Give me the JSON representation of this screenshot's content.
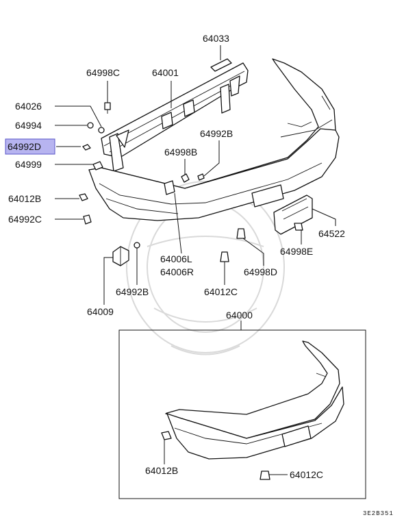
{
  "labels": {
    "p64033": "64033",
    "p64998C": "64998C",
    "p64001": "64001",
    "p64026": "64026",
    "p64994": "64994",
    "p64992D": "64992D",
    "p64999": "64999",
    "p64992B_top": "64992B",
    "p64998B": "64998B",
    "p64012B_left": "64012B",
    "p64992C": "64992C",
    "p64522": "64522",
    "p64998E": "64998E",
    "p64006L": "64006L",
    "p64006R": "64006R",
    "p64998D": "64998D",
    "p64012C_mid": "64012C",
    "p64992B_low": "64992B",
    "p64009": "64009",
    "p64000": "64000",
    "p64012B_box": "64012B",
    "p64012C_box": "64012C"
  },
  "highlighted_part": "64992D",
  "highlight_color": "#b7b4f0",
  "diagram_code": "3E2B351"
}
